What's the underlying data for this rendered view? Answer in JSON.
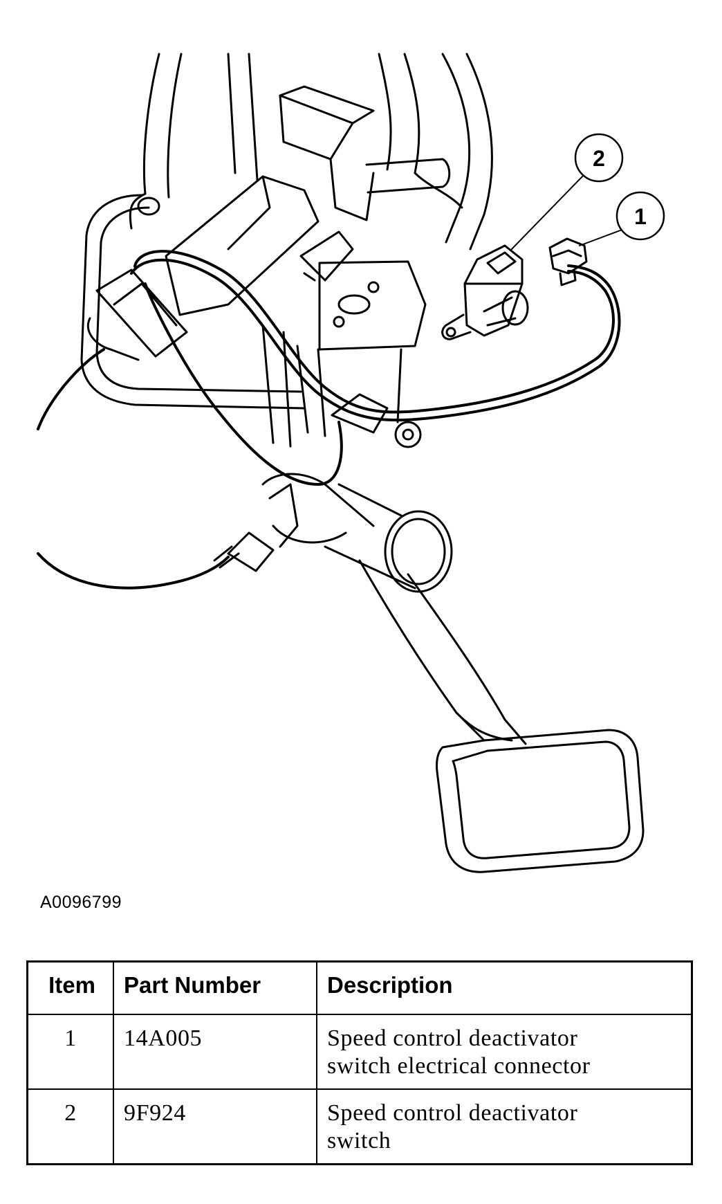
{
  "figure": {
    "reference_id": "A0096799",
    "callouts": [
      {
        "label": "1",
        "part": "speed control deactivator switch electrical connector"
      },
      {
        "label": "2",
        "part": "speed control deactivator switch"
      }
    ]
  },
  "parts_table": {
    "headers": {
      "item": "Item",
      "part_number": "Part Number",
      "description": "Description"
    },
    "rows": [
      {
        "item": "1",
        "part_number": "14A005",
        "description_line1": "Speed control deactivator",
        "description_line2": "switch electrical connector"
      },
      {
        "item": "2",
        "part_number": "9F924",
        "description_line1": "Speed control deactivator",
        "description_line2": "switch"
      }
    ]
  }
}
